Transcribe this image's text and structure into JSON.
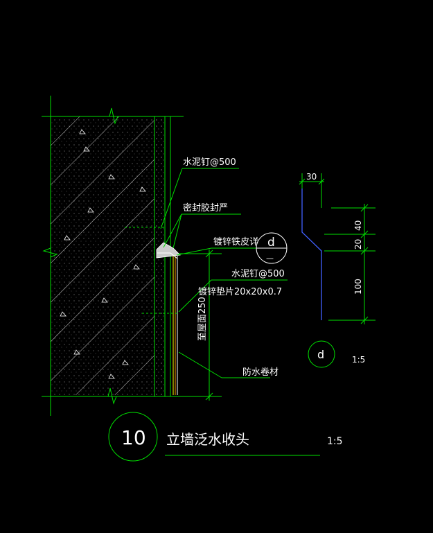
{
  "labels": {
    "nail_top": "水泥钉@500",
    "sealant": "密封胶封严",
    "galv_sheet": "镀锌铁皮详",
    "nail_bottom": "水泥钉@500",
    "washer": "镀锌垫片20x20x0.7",
    "height_note": "至屋面250",
    "membrane": "防水卷材"
  },
  "detail_ref": {
    "letter": "d",
    "dash": "—"
  },
  "detail_d": {
    "dim_top": "30",
    "dim_40": "40",
    "dim_20": "20",
    "dim_100": "100",
    "marker": "d",
    "scale": "1:5"
  },
  "title": {
    "number": "10",
    "text": "立墙泛水收头",
    "scale": "1:5"
  },
  "colors": {
    "background": "#000000",
    "lines": "#00e000",
    "text": "#ffffff",
    "profile": "#4060ff",
    "sheet": "#ffff00"
  }
}
